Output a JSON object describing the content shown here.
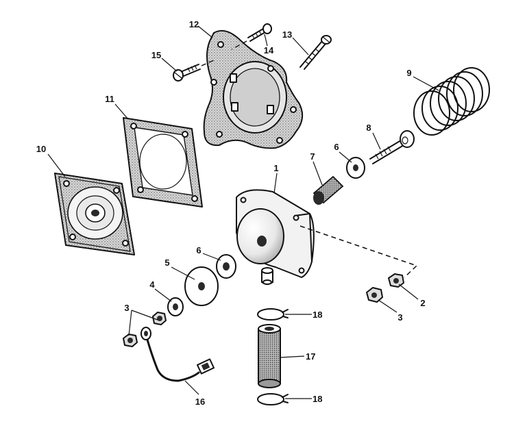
{
  "diagram": {
    "labels": {
      "p1": "1",
      "p2": "2",
      "p3a": "3",
      "p3b": "3",
      "p4": "4",
      "p5": "5",
      "p6a": "6",
      "p6b": "6",
      "p7": "7",
      "p8": "8",
      "p9": "9",
      "p10": "10",
      "p11": "11",
      "p12": "12",
      "p13": "13",
      "p14": "14",
      "p15": "15",
      "p16": "16",
      "p17": "17",
      "p18a": "18",
      "p18b": "18"
    }
  }
}
